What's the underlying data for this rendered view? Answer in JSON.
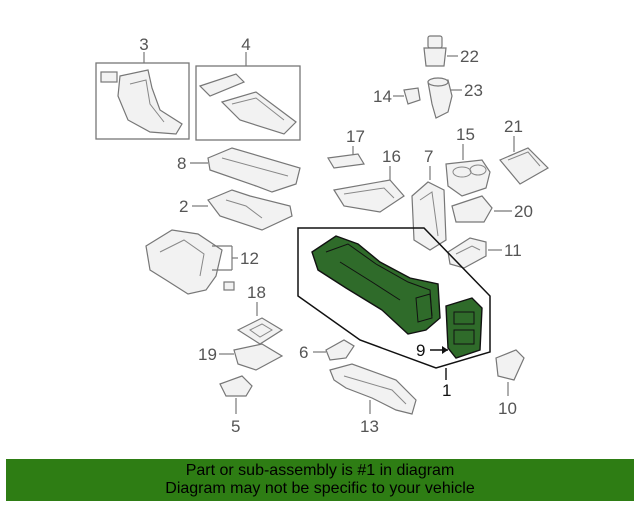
{
  "diagram": {
    "callouts": {
      "c1": "1",
      "c2": "2",
      "c3": "3",
      "c4": "4",
      "c5": "5",
      "c6": "6",
      "c7": "7",
      "c8": "8",
      "c9": "9",
      "c10": "10",
      "c11": "11",
      "c12": "12",
      "c13": "13",
      "c14": "14",
      "c15": "15",
      "c16": "16",
      "c17": "17",
      "c18": "18",
      "c19": "19",
      "c20": "20",
      "c21": "21",
      "c22": "22",
      "c23": "23"
    },
    "colors": {
      "highlight_fill": "#2f6b2a",
      "line": "#777777",
      "banner": "#2e7d14"
    }
  },
  "banner": {
    "line1": "Part or sub-assembly is #1 in diagram",
    "line2": "Diagram may not be specific to your vehicle"
  }
}
